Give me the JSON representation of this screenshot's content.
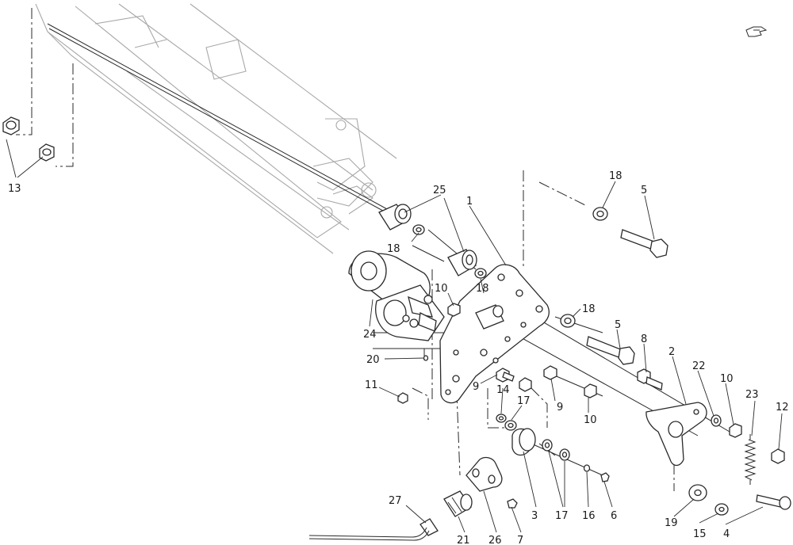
{
  "diagram": {
    "labels": {
      "c1": "1",
      "c2": "2",
      "c3": "3",
      "c4": "4",
      "c5a": "5",
      "c5b": "5",
      "c6": "6",
      "c7": "7",
      "c8": "8",
      "c9a": "9",
      "c9b": "9",
      "c10a": "10",
      "c10b": "10",
      "c10c": "10",
      "c11": "11",
      "c12": "12",
      "c13": "13",
      "c14": "14",
      "c15": "15",
      "c16": "16",
      "c17a": "17",
      "c17b": "17",
      "c18a": "18",
      "c18b": "18",
      "c18c": "18",
      "c18d": "18",
      "c19": "19",
      "c20": "20",
      "c21": "21",
      "c22": "22",
      "c23": "23",
      "c24": "24",
      "c25": "25",
      "c26": "26",
      "c27": "27"
    },
    "icons": {
      "corner": "pointing-hand-icon"
    }
  }
}
